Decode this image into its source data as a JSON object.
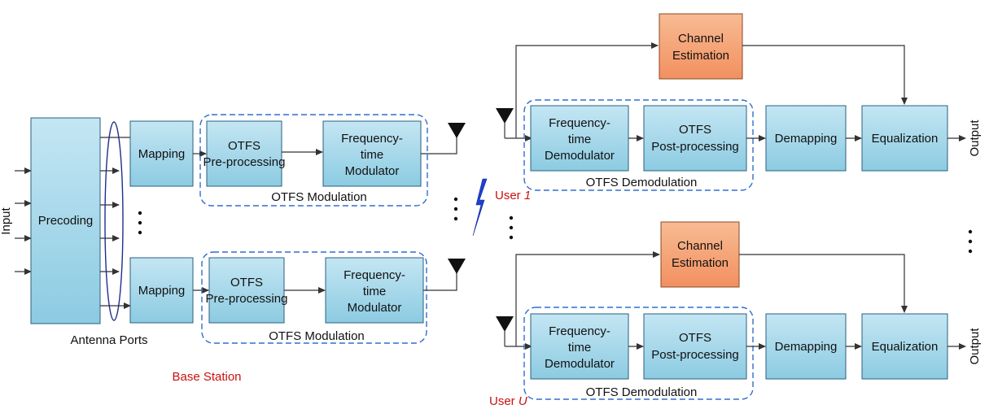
{
  "base_station": {
    "input_label": "Input",
    "precoding": "Precoding",
    "antenna_ports": "Antenna Ports",
    "caption": "Base Station",
    "chains": [
      {
        "mapping": "Mapping",
        "preproc_line1": "OTFS",
        "preproc_line2": "Pre-processing",
        "mod_line1": "Frequency-",
        "mod_line2": "time",
        "mod_line3": "Modulator",
        "group_label": "OTFS Modulation"
      },
      {
        "mapping": "Mapping",
        "preproc_line1": "OTFS",
        "preproc_line2": "Pre-processing",
        "mod_line1": "Frequency-",
        "mod_line2": "time",
        "mod_line3": "Modulator",
        "group_label": "OTFS Modulation"
      }
    ]
  },
  "users": [
    {
      "label_prefix": "User ",
      "label_index": "1",
      "channel_line1": "Channel",
      "channel_line2": "Estimation",
      "demod_line1": "Frequency-",
      "demod_line2": "time",
      "demod_line3": "Demodulator",
      "postproc_line1": "OTFS",
      "postproc_line2": "Post-processing",
      "demapping": "Demapping",
      "equalization": "Equalization",
      "output_label": "Output",
      "group_label": "OTFS Demodulation"
    },
    {
      "label_prefix": "User ",
      "label_index": "U",
      "channel_line1": "Channel",
      "channel_line2": "Estimation",
      "demod_line1": "Frequency-",
      "demod_line2": "time",
      "demod_line3": "Demodulator",
      "postproc_line1": "OTFS",
      "postproc_line2": "Post-processing",
      "demapping": "Demapping",
      "equalization": "Equalization",
      "output_label": "Output",
      "group_label": "OTFS Demodulation"
    }
  ],
  "colors": {
    "block_fill": "#a9d8ea",
    "block_stroke": "#2a5f80",
    "channel_fill": "#f5a173",
    "dashed_group": "#2f6fcf",
    "user_label": "#cc1010",
    "wireless_link": "#2040d0"
  }
}
